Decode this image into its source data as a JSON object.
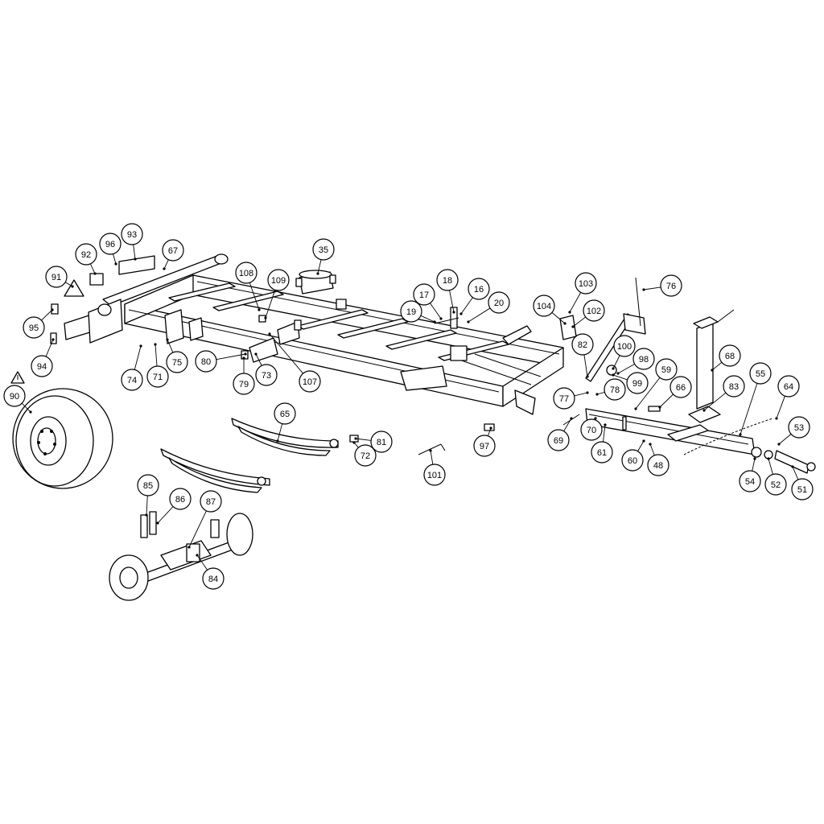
{
  "diagram": {
    "callouts": [
      {
        "label": "90"
      },
      {
        "label": "91"
      },
      {
        "label": "92"
      },
      {
        "label": "93"
      },
      {
        "label": "96"
      },
      {
        "label": "67"
      },
      {
        "label": "95"
      },
      {
        "label": "94"
      },
      {
        "label": "108"
      },
      {
        "label": "109"
      },
      {
        "label": "35"
      },
      {
        "label": "17"
      },
      {
        "label": "18"
      },
      {
        "label": "16"
      },
      {
        "label": "19"
      },
      {
        "label": "20"
      },
      {
        "label": "103"
      },
      {
        "label": "104"
      },
      {
        "label": "102"
      },
      {
        "label": "76"
      },
      {
        "label": "74"
      },
      {
        "label": "71"
      },
      {
        "label": "75"
      },
      {
        "label": "80"
      },
      {
        "label": "79"
      },
      {
        "label": "73"
      },
      {
        "label": "107"
      },
      {
        "label": "82"
      },
      {
        "label": "100"
      },
      {
        "label": "98"
      },
      {
        "label": "99"
      },
      {
        "label": "68"
      },
      {
        "label": "59"
      },
      {
        "label": "77"
      },
      {
        "label": "78"
      },
      {
        "label": "66"
      },
      {
        "label": "83"
      },
      {
        "label": "55"
      },
      {
        "label": "64"
      },
      {
        "label": "65"
      },
      {
        "label": "81"
      },
      {
        "label": "72"
      },
      {
        "label": "97"
      },
      {
        "label": "101"
      },
      {
        "label": "69"
      },
      {
        "label": "70"
      },
      {
        "label": "61"
      },
      {
        "label": "60"
      },
      {
        "label": "48"
      },
      {
        "label": "53"
      },
      {
        "label": "54"
      },
      {
        "label": "52"
      },
      {
        "label": "51"
      },
      {
        "label": "85"
      },
      {
        "label": "86"
      },
      {
        "label": "87"
      },
      {
        "label": "84"
      }
    ],
    "warning_icon": "warning-triangle-icon"
  }
}
